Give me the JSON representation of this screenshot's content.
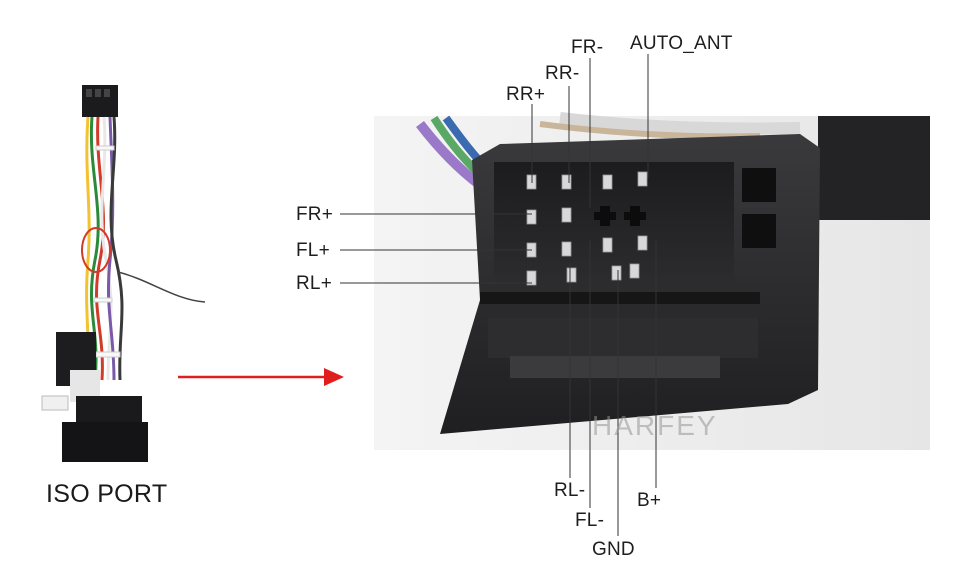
{
  "left_caption": "ISO PORT",
  "watermark": "HARFEY",
  "pin_labels": {
    "fr_minus": "FR-",
    "rr_minus": "RR-",
    "rr_plus": "RR+",
    "auto_ant": "AUTO_ANT",
    "fr_plus": "FR+",
    "fl_plus": "FL+",
    "rl_plus": "RL+",
    "rl_minus": "RL-",
    "fl_minus": "FL-",
    "gnd": "GND",
    "b_plus": "B+"
  },
  "colors": {
    "arrow": "#e01e1e",
    "leader_lines": "#333333",
    "connector_body": "#2a2a2c"
  }
}
